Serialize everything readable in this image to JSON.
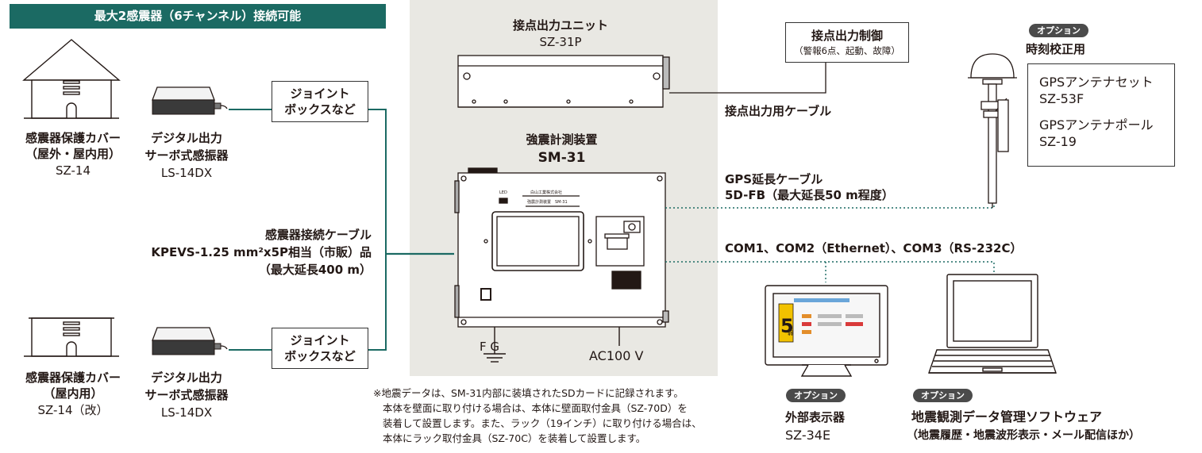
{
  "banner": "最大2感震器（6チャンネル）接続可能",
  "cover_top": {
    "name": "感震器保護カバー",
    "sub": "（屋外・屋内用）",
    "model": "SZ-14"
  },
  "cover_bottom": {
    "name": "感震器保護カバー",
    "sub": "（屋内用）",
    "model": "SZ-14（改）"
  },
  "sensor_top": {
    "line1": "デジタル出力",
    "line2": "サーボ式感振器",
    "model": "LS-14DX"
  },
  "sensor_bottom": {
    "line1": "デジタル出力",
    "line2": "サーボ式感振器",
    "model": "LS-14DX"
  },
  "jbox_top": {
    "line1": "ジョイント",
    "line2": "ボックスなど"
  },
  "jbox_bottom": {
    "line1": "ジョイント",
    "line2": "ボックスなど"
  },
  "sensor_cable": {
    "line1": "感震器接続ケーブル",
    "line2": "KPEVS-1.25 mm²x5P相当（市販）品",
    "line3": "（最大延長400 m）"
  },
  "contact_unit": {
    "name": "接点出力ユニット",
    "model": "SZ-31P"
  },
  "main_unit": {
    "name": "強震計測装置",
    "model": "SM-31",
    "panel_brand": "白山工業株式会社",
    "panel_name": "強震計測装置　SM-31",
    "panel_led": "LED"
  },
  "ground_label": "F G",
  "power_label": "AC100 V",
  "contact_control": {
    "title": "接点出力制御",
    "sub": "（警報6点、起動、故障）"
  },
  "contact_cable": "接点出力用ケーブル",
  "gps_option": {
    "badge": "オプション",
    "title": "時刻校正用",
    "item1_name": "GPSアンテナセット",
    "item1_model": "SZ-53F",
    "item2_name": "GPSアンテナポール",
    "item2_model": "SZ-19"
  },
  "gps_cable": {
    "line1": "GPS延長ケーブル",
    "line2": "5D-FB（最大延長50 m程度）"
  },
  "com_label": "COM1、COM2（Ethernet）、COM3（RS-232C）",
  "display_option": {
    "badge": "オプション",
    "name": "外部表示器",
    "model": "SZ-34E",
    "screen_value": "5",
    "screen_unit": "弱"
  },
  "software_option": {
    "badge": "オプション",
    "name": "地震観測データ管理ソフトウェア",
    "sub": "（地震履歴・地震波形表示・メール配信ほか）"
  },
  "note": {
    "line1": "※地震データは、SM-31内部に装填されたSDカードに記録されます。",
    "line2": "本体を壁面に取り付ける場合は、本体に壁面取付金具（SZ-70D）を",
    "line3": "装着して設置します。また、ラック（19インチ）に取り付ける場合は、",
    "line4": "本体にラック取付金具（SZ-70C）を装着して設置します。"
  },
  "colors": {
    "teal": "#1b6a63",
    "panel": "#e9e8e3",
    "dark": "#231815",
    "badge": "#4b4b4b"
  }
}
